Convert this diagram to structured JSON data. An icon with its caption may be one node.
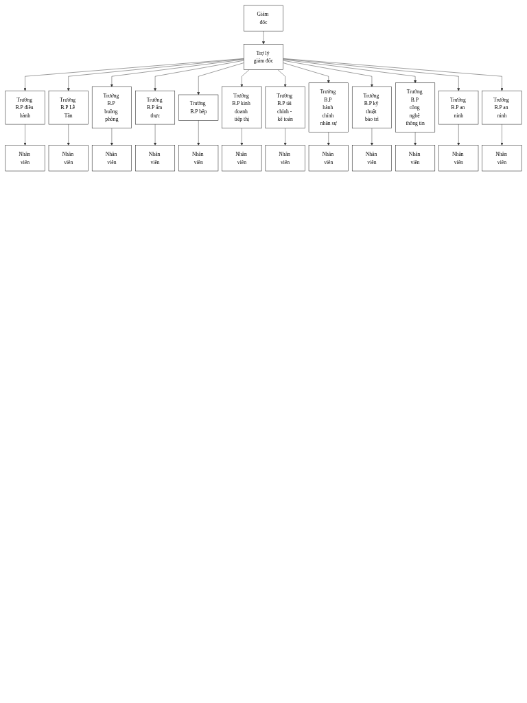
{
  "diagram": {
    "nodes": [
      {
        "text": [
          "Giám đốc"
        ]
      },
      {
        "text": [
          "Trợ lý giám đốc"
        ]
      },
      {
        "text": [
          "Trưởng B.P điều hành"
        ]
      },
      {
        "text": [
          "Trưởng B.P Lễ Tân"
        ]
      },
      {
        "text": [
          "Trưởng B.P buồng phòng"
        ]
      },
      {
        "text": [
          "Trưởng B.P ẩm thực"
        ]
      },
      {
        "text": [
          "Trưởng B.P bếp"
        ]
      },
      {
        "text": [
          "Trưởng B.P kinh doanh tiếp thị"
        ]
      },
      {
        "text": [
          "Trưởng B.P tài chính - kế toán"
        ]
      },
      {
        "text": [
          "Trưởng B.P hành chính nhân sự"
        ]
      },
      {
        "text": [
          "Trưởng B.P kỹ thuật bảo trì"
        ]
      },
      {
        "text": [
          "Trưởng B.P công nghệ thông tin"
        ]
      },
      {
        "text": [
          "Trưởng B.P an ninh"
        ]
      },
      {
        "text": [
          "Trưởng B.P an ninh"
        ]
      },
      {
        "text": [
          "Nhân viên"
        ]
      },
      {
        "text": [
          "Nhân viên"
        ]
      },
      {
        "text": [
          "Nhân viên"
        ]
      },
      {
        "text": [
          "Nhân viên"
        ]
      },
      {
        "text": [
          "Nhân viên"
        ]
      },
      {
        "text": [
          "Nhân viên"
        ]
      },
      {
        "text": [
          "Nhân viên"
        ]
      },
      {
        "text": [
          "Nhân viên"
        ]
      },
      {
        "text": [
          "Nhân viên"
        ]
      },
      {
        "text": [
          "Nhân viên"
        ]
      },
      {
        "text": [
          "Nhân viên"
        ]
      },
      {
        "text": [
          "Nhân viên"
        ]
      }
    ],
    "edges": [
      {
        "from": 0,
        "to": 1,
        "arrow": "to"
      },
      {
        "from": 1,
        "to": 2,
        "arrow": "to"
      },
      {
        "from": 1,
        "to": 3,
        "arrow": "to"
      },
      {
        "from": 1,
        "to": 4,
        "arrow": "to"
      },
      {
        "from": 1,
        "to": 5,
        "arrow": "to"
      },
      {
        "from": 1,
        "to": 6,
        "arrow": "to"
      },
      {
        "from": 1,
        "to": 7,
        "arrow": "to"
      },
      {
        "from": 1,
        "to": 8,
        "arrow": "to"
      },
      {
        "from": 1,
        "to": 9,
        "arrow": "to"
      },
      {
        "from": 1,
        "to": 10,
        "arrow": "to"
      },
      {
        "from": 1,
        "to": 11,
        "arrow": "to"
      },
      {
        "from": 1,
        "to": 12,
        "arrow": "to"
      },
      {
        "from": 1,
        "to": 13,
        "arrow": "to"
      },
      {
        "from": 2,
        "to": 14,
        "arrow": "to"
      },
      {
        "from": 3,
        "to": 15,
        "arrow": "to"
      },
      {
        "from": 4,
        "to": 16,
        "arrow": "to"
      },
      {
        "from": 5,
        "to": 17,
        "arrow": "to"
      },
      {
        "from": 6,
        "to": 18,
        "arrow": "to"
      },
      {
        "from": 7,
        "to": 19,
        "arrow": "to"
      },
      {
        "from": 8,
        "to": 20,
        "arrow": "to"
      },
      {
        "from": 9,
        "to": 21,
        "arrow": "to"
      },
      {
        "from": 10,
        "to": 22,
        "arrow": "to"
      },
      {
        "from": 11,
        "to": 23,
        "arrow": "to"
      },
      {
        "from": 12,
        "to": 24,
        "arrow": "to"
      },
      {
        "from": 13,
        "to": 25,
        "arrow": "to"
      }
    ]
  }
}
